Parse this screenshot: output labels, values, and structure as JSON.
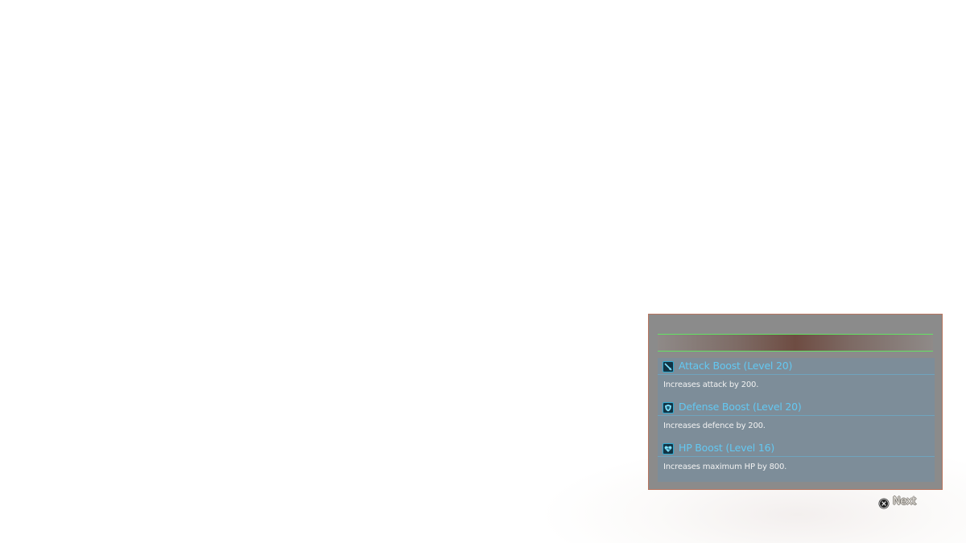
{
  "skills_panel": {
    "items": [
      {
        "icon": "sword-icon",
        "name": "Attack Boost (Level 20)",
        "description": "Increases attack by 200."
      },
      {
        "icon": "shield-icon",
        "name": "Defense Boost (Level 20)",
        "description": "Increases defence by 200."
      },
      {
        "icon": "heart-icon",
        "name": "HP Boost (Level 16)",
        "description": "Increases maximum HP by 800."
      }
    ]
  },
  "prompt": {
    "icon": "cross-button-icon",
    "label": "Next"
  },
  "colors": {
    "panel_background": "#8b8b8b",
    "panel_border": "#b8755f",
    "header_line": "#64e364",
    "list_background": "#7d8d99",
    "skill_name": "#63c8f2",
    "skill_description": "#f2f2f2"
  }
}
